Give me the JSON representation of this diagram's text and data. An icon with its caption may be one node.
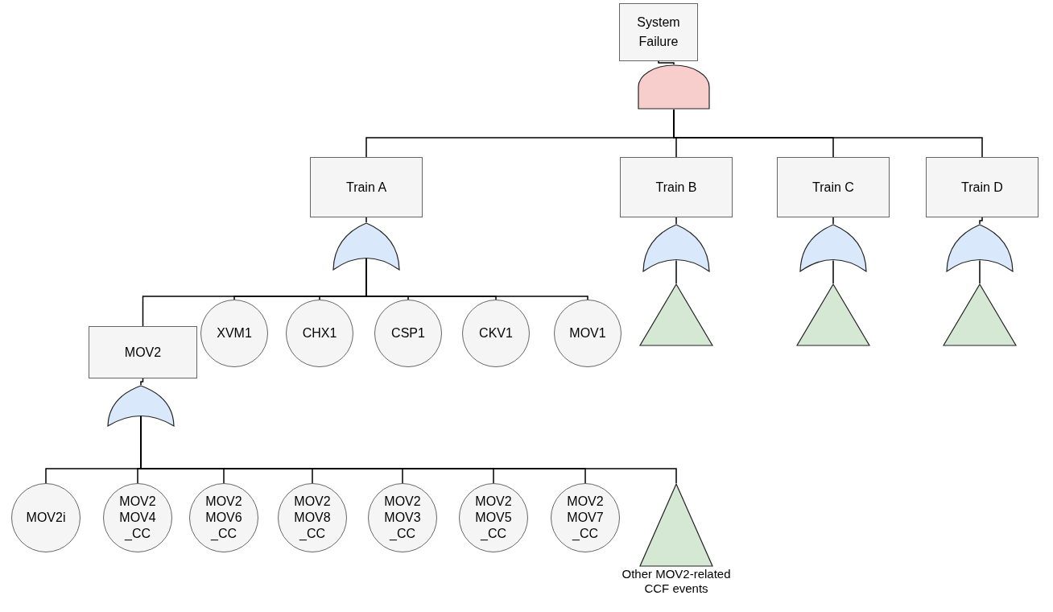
{
  "diagram": {
    "nodes": [
      {
        "text": [
          "System Failure"
        ]
      },
      {
        "text": [],
        "shape": "gate"
      },
      {
        "text": [
          "Train A"
        ]
      },
      {
        "text": [
          "Train B"
        ]
      },
      {
        "text": [
          "Train C"
        ]
      },
      {
        "text": [
          "Train D"
        ]
      },
      {
        "text": [],
        "shape": "gate"
      },
      {
        "text": [],
        "shape": "gate"
      },
      {
        "text": [],
        "shape": "gate"
      },
      {
        "text": [],
        "shape": "gate"
      },
      {
        "text": [],
        "shape": "triangle"
      },
      {
        "text": [],
        "shape": "triangle"
      },
      {
        "text": [],
        "shape": "triangle"
      },
      {
        "text": [
          "MOV2"
        ]
      },
      {
        "text": [
          "XVM1"
        ]
      },
      {
        "text": [
          "CHX1"
        ]
      },
      {
        "text": [
          "CSP1"
        ]
      },
      {
        "text": [
          "CKV1"
        ]
      },
      {
        "text": [
          "MOV1"
        ]
      },
      {
        "text": [],
        "shape": "gate"
      },
      {
        "text": [
          "MOV2i"
        ]
      },
      {
        "text": [
          "MOV2 MOV4 _CC"
        ]
      },
      {
        "text": [
          "MOV2 MOV6 _CC"
        ]
      },
      {
        "text": [
          "MOV2 MOV8 _CC"
        ]
      },
      {
        "text": [
          "MOV2 MOV3 _CC"
        ]
      },
      {
        "text": [
          "MOV2 MOV5 _CC"
        ]
      },
      {
        "text": [
          "MOV2 MOV7 _CC"
        ]
      },
      {
        "text": [
          "Other MOV2-related CCF events"
        ]
      }
    ],
    "edges": [
      {
        "from": 0,
        "to": 1,
        "arrow": "none"
      },
      {
        "from": 1,
        "to": 2,
        "arrow": "none"
      },
      {
        "from": 1,
        "to": 3,
        "arrow": "none"
      },
      {
        "from": 1,
        "to": 4,
        "arrow": "none"
      },
      {
        "from": 1,
        "to": 5,
        "arrow": "none"
      },
      {
        "from": 2,
        "to": 6,
        "arrow": "none"
      },
      {
        "from": 3,
        "to": 7,
        "arrow": "none"
      },
      {
        "from": 4,
        "to": 8,
        "arrow": "none"
      },
      {
        "from": 5,
        "to": 9,
        "arrow": "none"
      },
      {
        "from": 7,
        "to": 10,
        "arrow": "none"
      },
      {
        "from": 8,
        "to": 11,
        "arrow": "none"
      },
      {
        "from": 9,
        "to": 12,
        "arrow": "none"
      },
      {
        "from": 6,
        "to": 13,
        "arrow": "none"
      },
      {
        "from": 6,
        "to": 14,
        "arrow": "none"
      },
      {
        "from": 6,
        "to": 15,
        "arrow": "none"
      },
      {
        "from": 6,
        "to": 16,
        "arrow": "none"
      },
      {
        "from": 6,
        "to": 17,
        "arrow": "none"
      },
      {
        "from": 6,
        "to": 18,
        "arrow": "none"
      },
      {
        "from": 13,
        "to": 19,
        "arrow": "none"
      },
      {
        "from": 19,
        "to": 20,
        "arrow": "none"
      },
      {
        "from": 19,
        "to": 21,
        "arrow": "none"
      },
      {
        "from": 19,
        "to": 22,
        "arrow": "none"
      },
      {
        "from": 19,
        "to": 23,
        "arrow": "none"
      },
      {
        "from": 19,
        "to": 24,
        "arrow": "none"
      },
      {
        "from": 19,
        "to": 25,
        "arrow": "none"
      },
      {
        "from": 19,
        "to": 26,
        "arrow": "none"
      },
      {
        "from": 19,
        "to": 27,
        "arrow": "none"
      }
    ]
  }
}
